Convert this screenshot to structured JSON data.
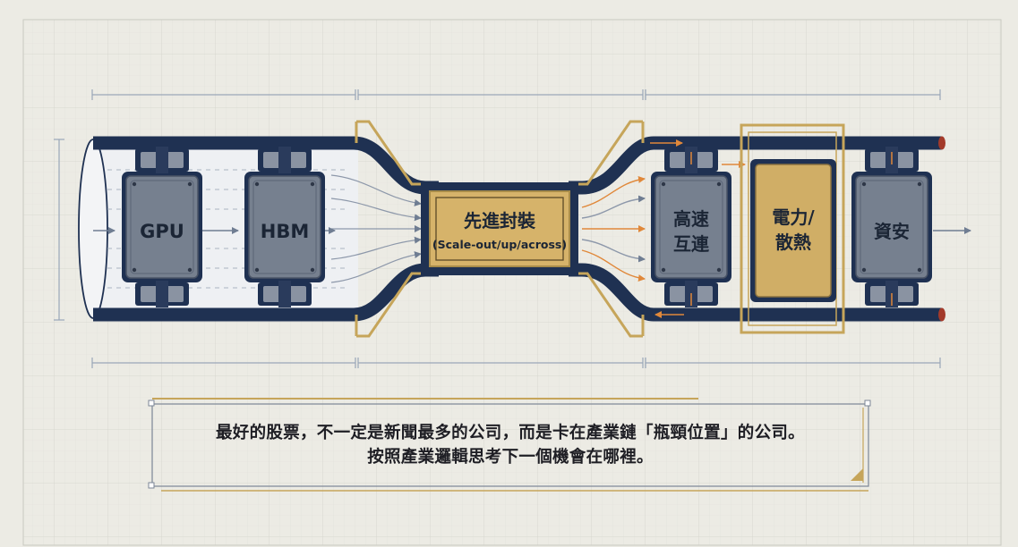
{
  "diagram": {
    "components": [
      {
        "id": "gpu",
        "lines": [
          "GPU"
        ]
      },
      {
        "id": "hbm",
        "lines": [
          "HBM"
        ]
      },
      {
        "id": "packaging",
        "lines": [
          "先進封裝"
        ],
        "sub": "(Scale-out/up/across)"
      },
      {
        "id": "interconnect",
        "lines": [
          "高速",
          "互連"
        ]
      },
      {
        "id": "power",
        "lines": [
          "電力/",
          "散熱"
        ]
      },
      {
        "id": "security",
        "lines": [
          "資安"
        ]
      }
    ]
  },
  "caption": {
    "line1": "最好的股票，不一定是新聞最多的公司，而是卡在產業鏈「瓶頸位置」的公司。",
    "line2": "按照產業邏輯思考下一個機會在哪裡。"
  },
  "colors": {
    "background": "#ecebe4",
    "grid": "#dcdcd6",
    "pipe": "#1f3152",
    "module": "#76808f",
    "gold": "#c6a55a",
    "arrow_orange": "#e0883a",
    "dimension": "#9aa6b8"
  }
}
